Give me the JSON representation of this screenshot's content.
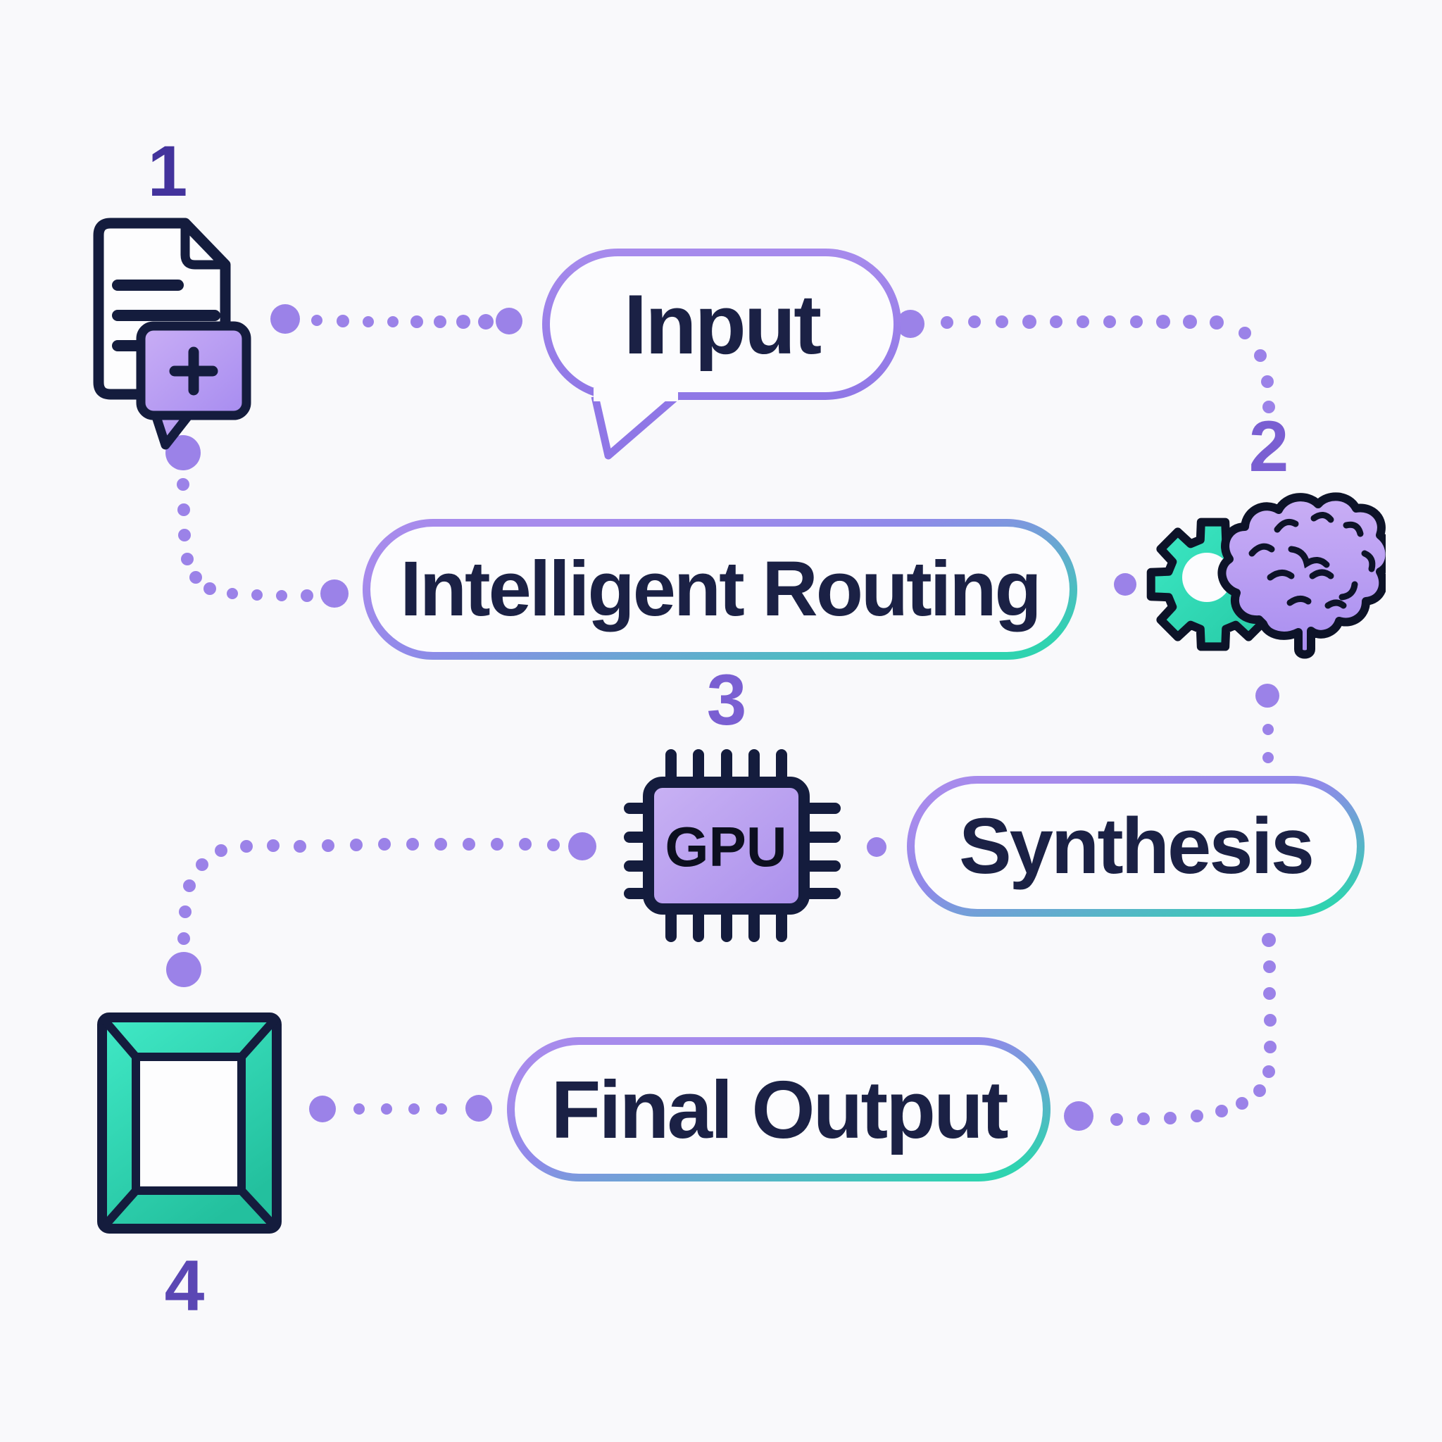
{
  "title_hint": "four-step pipeline flow diagram",
  "colors": {
    "background": "#f9f9fb",
    "dot_fill": "#9b82e8",
    "accent_purple": "#8f77e6",
    "accent_teal": "#2fd3b0",
    "label_navy": "#1b2145",
    "outline_ink": "#141c3d",
    "bubble_purple": "#b89af2",
    "chip_purple": "#bda4f1",
    "gear_teal": "#31dcb8"
  },
  "steps": [
    {
      "number": "1",
      "number_color": "#43339c",
      "icon": "document-plus-icon"
    },
    {
      "number": "2",
      "number_color": "#7a5fd2",
      "icon": "gear-brain-icon"
    },
    {
      "number": "3",
      "number_color": "#7a5fd2",
      "icon": "gpu-chip-icon",
      "chip_label": "GPU"
    },
    {
      "number": "4",
      "number_color": "#5b47b4",
      "icon": "picture-frame-icon"
    }
  ],
  "nodes": [
    {
      "id": "input",
      "label": "Input",
      "shape": "speech-bubble"
    },
    {
      "id": "routing",
      "label": "Intelligent Routing",
      "shape": "pill"
    },
    {
      "id": "synthesis",
      "label": "Synthesis",
      "shape": "pill"
    },
    {
      "id": "final",
      "label": "Final Output",
      "shape": "pill"
    }
  ]
}
